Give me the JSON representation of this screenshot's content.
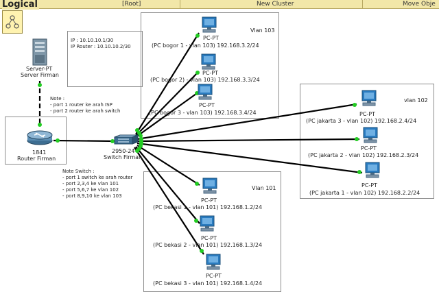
{
  "toolbar": {
    "mode": "Logical",
    "root": "[Root]",
    "new_cluster": "New Cluster",
    "move_object": "Move Obje"
  },
  "server": {
    "label1": "Server-PT",
    "label2": "Server Firman"
  },
  "ip_info": {
    "line1": "IP : 10.10.10.1/30",
    "line2": "IP Router : 10.10.10.2/30"
  },
  "router": {
    "label1": "1841",
    "label2": "Router Firman"
  },
  "router_note": {
    "l1": "Note :",
    "l2": "- port 1 router ke arah ISP",
    "l3": "- port 2 router ke arah switch"
  },
  "switch": {
    "label1": "2950-24",
    "label2": "Switch Firman"
  },
  "switch_note": {
    "l1": "Note Switch :",
    "l2": "- port 1 switch ke arah router",
    "l3": "- port 2,3,4 ke vlan 101",
    "l4": "- port 5,6,7 ke vlan 102",
    "l5": "- port 8,9,10 ke vlan 103"
  },
  "vlan103": {
    "title": "Vlan 103",
    "pcs": [
      {
        "type": "PC-PT",
        "name": "(PC bogor 1 - vlan 103) 192.168.3.2/24"
      },
      {
        "type": "PC-PT",
        "name": "(PC bogor 2) - vlan 103) 192.168.3.3/24"
      },
      {
        "type": "PC-PT",
        "name": "(PC bogor 3 - vlan 103) 192.168.3.4/24"
      }
    ]
  },
  "vlan102": {
    "title": "vlan 102",
    "pcs": [
      {
        "type": "PC-PT",
        "name": "(PC jakarta 3 - vlan 102)  192.168.2.4/24"
      },
      {
        "type": "PC-PT",
        "name": "(PC jakarta 2 - vlan 102) 192.168.2.3/24"
      },
      {
        "type": "PC-PT",
        "name": "(PC jakarta 1 - vlan 102)  192.168.2.2/24"
      }
    ]
  },
  "vlan101": {
    "title": "Vlan 101",
    "pcs": [
      {
        "type": "PC-PT",
        "name": "(PC bekasi 1 - vlan 101) 192.168.1.2/24"
      },
      {
        "type": "PC-PT",
        "name": "(PC bekasi 2 - vlan 101) 192.168.1.3/24"
      },
      {
        "type": "PC-PT",
        "name": "(PC bekasi 3 - vlan 101) 192.168.1.4/24"
      }
    ]
  },
  "colors": {
    "link": "#000000",
    "port": "#22cc22",
    "toolbar": "#f2e7a8",
    "pc": "#2a7bbf"
  }
}
